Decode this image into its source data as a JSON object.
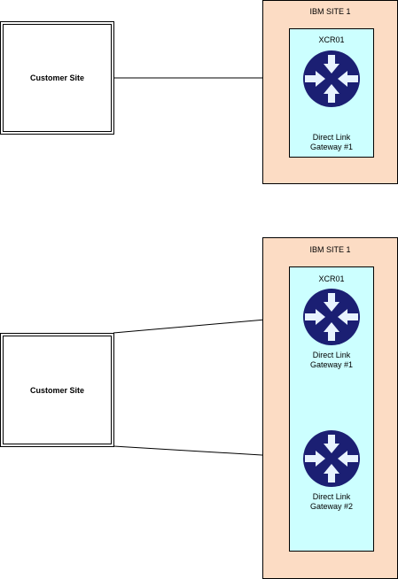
{
  "diagrams": [
    {
      "customer_site": "Customer Site",
      "site_label": "IBM SITE 1",
      "xcr_label": "XCR01",
      "gateways": [
        {
          "label": "Direct Link\nGateway #1"
        }
      ]
    },
    {
      "customer_site": "Customer Site",
      "site_label": "IBM SITE 1",
      "xcr_label": "XCR01",
      "gateways": [
        {
          "label": "Direct Link\nGateway #1"
        },
        {
          "label": "Direct Link\nGateway #2"
        }
      ]
    }
  ],
  "colors": {
    "site_fill": "#fcdcc4",
    "xcr_fill": "#ccffff",
    "router_fill": "#1b1f73",
    "router_arrow": "#e8f3ff"
  },
  "icons": {
    "gateway": "router-icon"
  }
}
